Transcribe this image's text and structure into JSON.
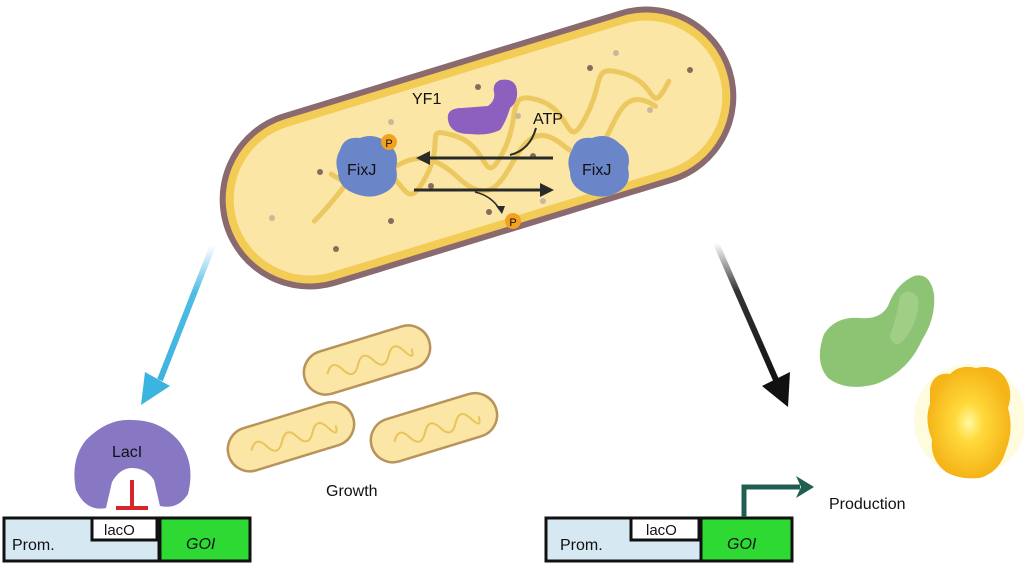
{
  "cell": {
    "labels": {
      "yf1": "YF1",
      "atp": "ATP",
      "fixj_left": "FixJ",
      "fixj_right": "FixJ",
      "phosphate": "P"
    }
  },
  "growth": {
    "label": "Growth"
  },
  "left_construct": {
    "repressor": "LacI",
    "promoter": "Prom.",
    "operator": "lacO",
    "gene": "GOI"
  },
  "right_construct": {
    "promoter": "Prom.",
    "operator": "lacO",
    "gene": "GOI",
    "output_label": "Production"
  },
  "colors": {
    "cell_fill": "#fbe6a6",
    "cell_membrane": "#f2cc55",
    "cell_wall": "#8a6a6e",
    "yf1": "#8d5fbf",
    "fixj": "#6a86c8",
    "phosphate": "#f3a21f",
    "laci": "#8878c4",
    "repression_bar": "#d8242b",
    "promoter_fill": "#d6e9f2",
    "gene_fill": "#2fd934",
    "left_arrow": "#3cb4e0",
    "right_arrow": "#111111",
    "transcription_arrow": "#1f5f50",
    "green_protein": "#8cc474",
    "yellow_protein": "#f5b418"
  }
}
